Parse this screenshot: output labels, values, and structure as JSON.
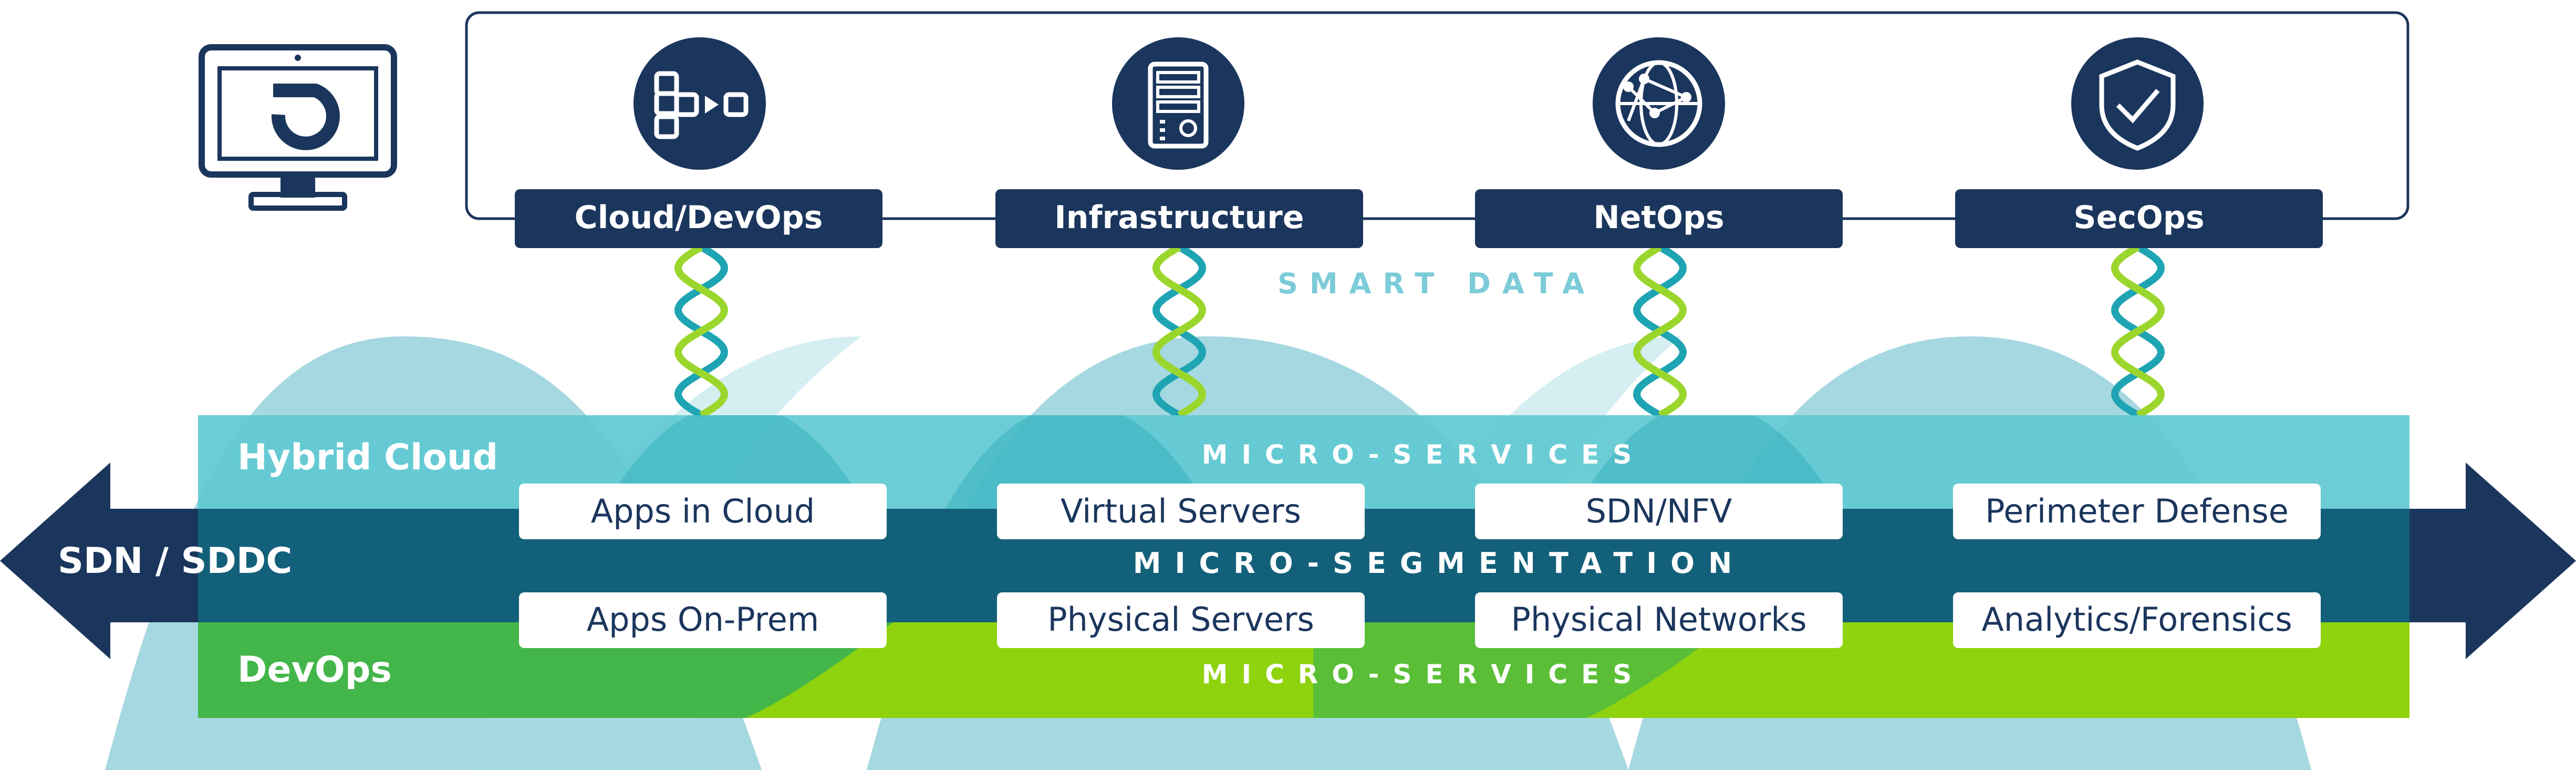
{
  "tools": [
    {
      "label": "Cloud/DevOps",
      "icon": "workflow-icon"
    },
    {
      "label": "Infrastructure",
      "icon": "server-icon"
    },
    {
      "label": "NetOps",
      "icon": "globe-network-icon"
    },
    {
      "label": "SecOps",
      "icon": "shield-check-icon"
    }
  ],
  "smart_data": "SMART DATA",
  "bands": {
    "hybrid_cloud": {
      "label": "Hybrid Cloud",
      "caption": "MICRO-SERVICES"
    },
    "sdn": {
      "label": "SDN / SDDC",
      "caption": "MICRO-SEGMENTATION"
    },
    "devops": {
      "label": "DevOps",
      "caption": "MICRO-SERVICES"
    }
  },
  "upper_boxes": [
    "Apps in Cloud",
    "Virtual Servers",
    "SDN/NFV",
    "Perimeter Defense"
  ],
  "lower_boxes": [
    "Apps On-Prem",
    "Physical Servers",
    "Physical Networks",
    "Analytics/Forensics"
  ],
  "colors": {
    "navy": "#1b365d",
    "teal": "#5fc9d1",
    "dark_teal": "#12677f",
    "green": "#43b649",
    "lime": "#8fd20e",
    "helix_teal": "#1ea4b3",
    "helix_green": "#9bd62c",
    "smart_data_text": "#7ccbd8"
  }
}
